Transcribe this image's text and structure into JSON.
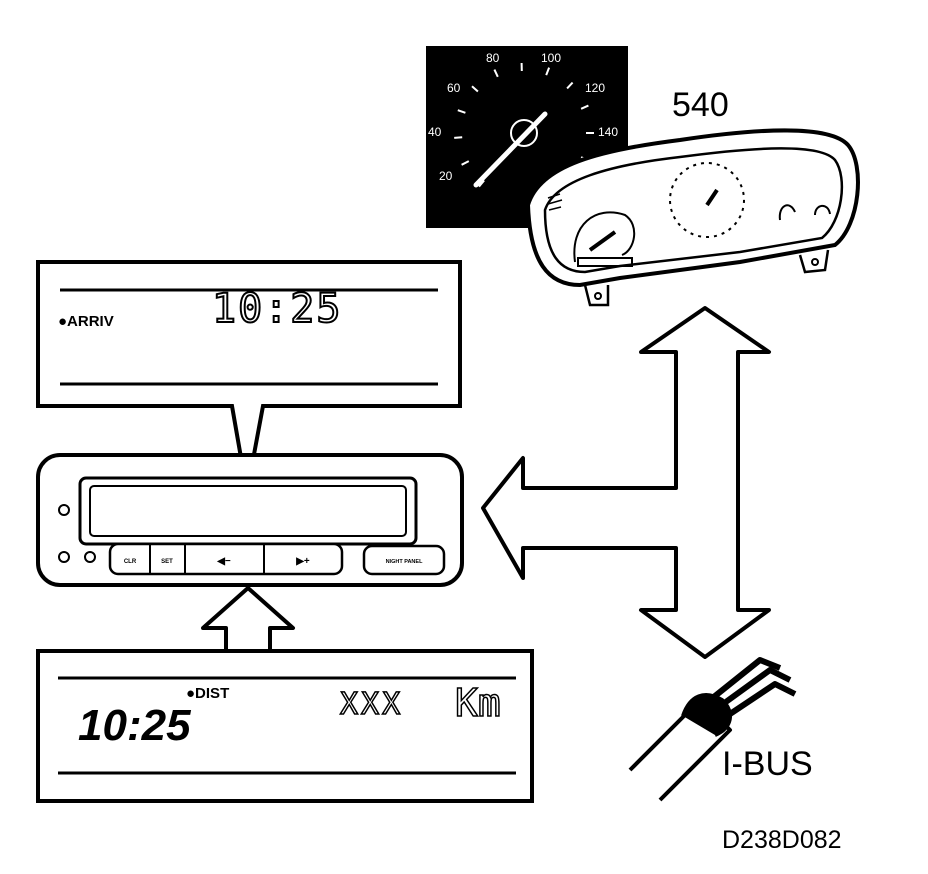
{
  "cluster": {
    "label": "540",
    "speed_ticks": [
      "20",
      "40",
      "60",
      "80",
      "100",
      "120",
      "140"
    ]
  },
  "top_display": {
    "indicator": "●ARRIV",
    "time": "10:25"
  },
  "sid_unit": {
    "buttons": [
      "CLR",
      "SET",
      "◀−",
      "▶+",
      "NIGHT PANEL"
    ]
  },
  "bottom_display": {
    "time": "10:25",
    "indicator": "●DIST",
    "value": "XXX",
    "unit": "Km"
  },
  "bus": {
    "label": "I-BUS"
  },
  "figure_code": "D238D082",
  "colors": {
    "ink": "#000000",
    "paper": "#ffffff"
  }
}
